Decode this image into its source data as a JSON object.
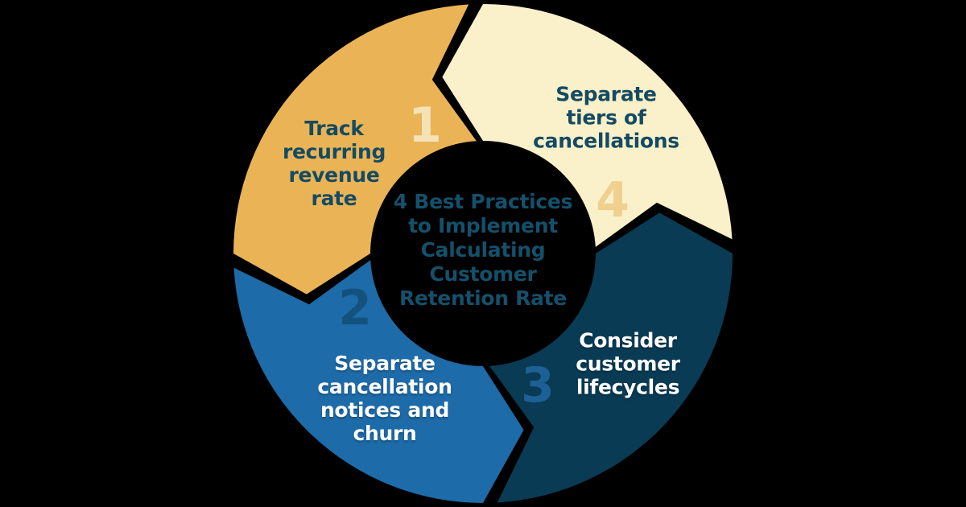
{
  "diagram": {
    "title": "4 Best Practices\nto Implement\nCalculating\nCustomer\nRetention Rate",
    "steps": [
      {
        "number": "1",
        "label": "Track\nrecurring\nrevenue\nrate"
      },
      {
        "number": "2",
        "label": "Separate\ncancellation\nnotices and\nchurn"
      },
      {
        "number": "3",
        "label": "Consider\ncustomer\nlifecycles"
      },
      {
        "number": "4",
        "label": "Separate\ntiers of\ncancellations"
      }
    ],
    "colors": {
      "background": "#000000",
      "segment_gold": "#EAB456",
      "segment_blue": "#1D6BA8",
      "segment_navy": "#093B54",
      "segment_cream": "#FAF0CA",
      "label_dark": "#154B62",
      "label_light": "#FFFFFF",
      "title_text": "#15506B",
      "number_1": "#F4E3B9",
      "number_2": "#14527E",
      "number_3": "#1C6095",
      "number_4": "#F0D08F"
    }
  }
}
